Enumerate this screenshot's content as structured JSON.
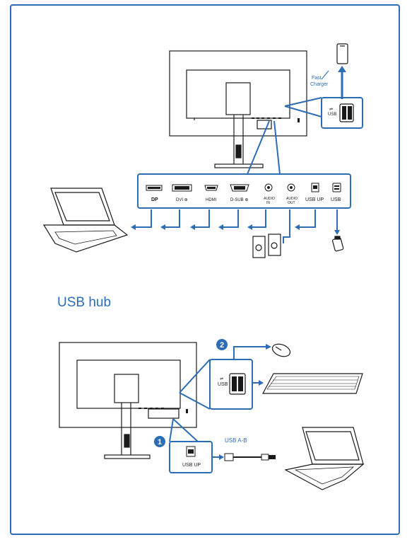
{
  "diagram_top": {
    "fast_charger_label_1": "Fast",
    "fast_charger_label_2": "Charger",
    "usb_side_label": "USB",
    "ports": [
      {
        "name": "dp",
        "label": "DP"
      },
      {
        "name": "dvi",
        "label": "DVI ⊕"
      },
      {
        "name": "hdmi",
        "label": "HDMI"
      },
      {
        "name": "dsub",
        "label": "D-SUB ⊕"
      },
      {
        "name": "audio-in",
        "label_1": "AUDIO",
        "label_2": "IN"
      },
      {
        "name": "audio-out",
        "label_1": "AUDIO",
        "label_2": "OUT"
      },
      {
        "name": "usb-up",
        "label": "USB UP"
      },
      {
        "name": "usb",
        "label": "USB"
      }
    ]
  },
  "section": {
    "title": "USB hub"
  },
  "diagram_bottom": {
    "step_1": "1",
    "step_2": "2",
    "usb_up_label": "USB UP",
    "usb_side_label": "USB",
    "cable_label": "USB A-B"
  },
  "colors": {
    "accent": "#2c6db5",
    "line": "#1a1a1a"
  }
}
